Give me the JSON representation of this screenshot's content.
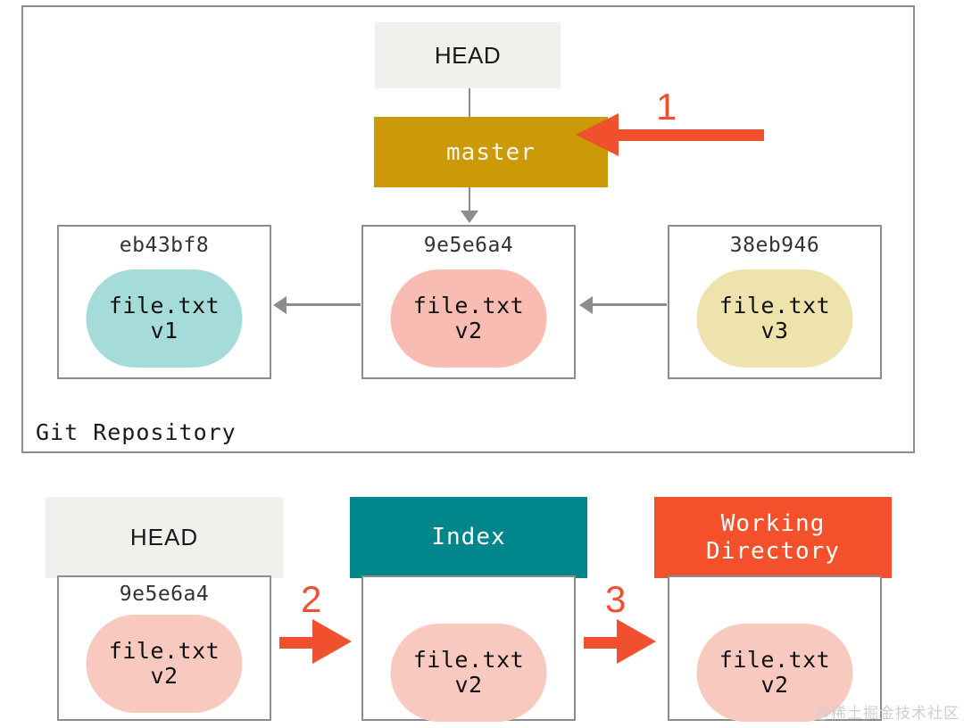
{
  "repository": {
    "label": "Git Repository",
    "head_label": "HEAD",
    "branch_label": "master",
    "commits": [
      {
        "hash": "eb43bf8",
        "file": "file.txt",
        "version": "v1",
        "color": "#a5dcd9"
      },
      {
        "hash": "9e5e6a4",
        "file": "file.txt",
        "version": "v2",
        "color": "#f9bcb2"
      },
      {
        "hash": "38eb946",
        "file": "file.txt",
        "version": "v3",
        "color": "#eee3ad"
      }
    ]
  },
  "annotations": {
    "step1": "1",
    "step2": "2",
    "step3": "3"
  },
  "areas": [
    {
      "title": "HEAD",
      "hash": "9e5e6a4",
      "file": "file.txt",
      "version": "v2",
      "header_color": "#eff1ec",
      "header_text_color": "#1a1a1a"
    },
    {
      "title": "Index",
      "hash": "",
      "file": "file.txt",
      "version": "v2",
      "header_color": "#00868b",
      "header_text_color": "#ffffff"
    },
    {
      "title_line1": "Working",
      "title_line2": "Directory",
      "hash": "",
      "file": "file.txt",
      "version": "v2",
      "header_color": "#f4502b",
      "header_text_color": "#ffffff"
    }
  ],
  "colors": {
    "accent_red": "#f1502f",
    "branch_gold": "#cc9a06",
    "index_teal": "#00868b",
    "working_orange": "#f4502b",
    "frame_gray": "#8c8c8c",
    "head_gray": "#eff1ec"
  },
  "watermark": "@稀土掘金技术社区"
}
